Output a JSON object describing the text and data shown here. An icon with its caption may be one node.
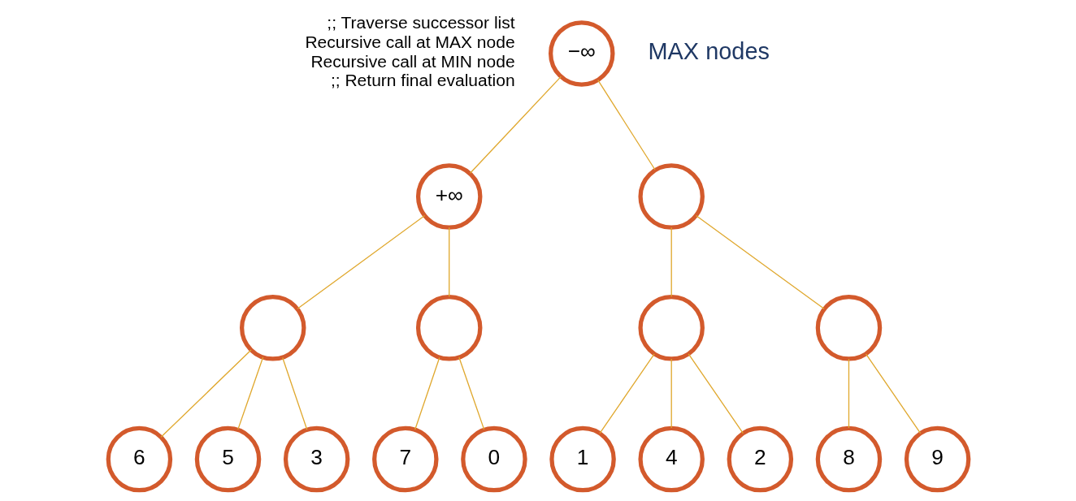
{
  "diagram": {
    "nodes": [
      {
        "text": [
          "−∞"
        ]
      },
      {
        "text": [
          "+∞"
        ]
      },
      {
        "text": [],
        "shape": "circle"
      },
      {
        "text": [],
        "shape": "circle"
      },
      {
        "text": [],
        "shape": "circle"
      },
      {
        "text": [],
        "shape": "circle"
      },
      {
        "text": [],
        "shape": "circle"
      },
      {
        "text": [
          "6"
        ]
      },
      {
        "text": [
          "5"
        ]
      },
      {
        "text": [
          "3"
        ]
      },
      {
        "text": [
          "7"
        ]
      },
      {
        "text": [
          "0"
        ]
      },
      {
        "text": [
          "1"
        ]
      },
      {
        "text": [
          "4"
        ]
      },
      {
        "text": [
          "2"
        ]
      },
      {
        "text": [
          "8"
        ]
      },
      {
        "text": [
          "9"
        ]
      }
    ],
    "edges": [
      {
        "from": 0,
        "to": 1,
        "arrow": "none"
      },
      {
        "from": 0,
        "to": 2,
        "arrow": "none"
      },
      {
        "from": 1,
        "to": 3,
        "arrow": "none"
      },
      {
        "from": 1,
        "to": 4,
        "arrow": "none"
      },
      {
        "from": 2,
        "to": 5,
        "arrow": "none"
      },
      {
        "from": 2,
        "to": 6,
        "arrow": "none"
      },
      {
        "from": 3,
        "to": 7,
        "arrow": "none"
      },
      {
        "from": 3,
        "to": 8,
        "arrow": "none"
      },
      {
        "from": 3,
        "to": 9,
        "arrow": "none"
      },
      {
        "from": 4,
        "to": 10,
        "arrow": "none"
      },
      {
        "from": 4,
        "to": 11,
        "arrow": "none"
      },
      {
        "from": 5,
        "to": 12,
        "arrow": "none"
      },
      {
        "from": 5,
        "to": 13,
        "arrow": "none"
      },
      {
        "from": 5,
        "to": 14,
        "arrow": "none"
      },
      {
        "from": 6,
        "to": 15,
        "arrow": "none"
      },
      {
        "from": 6,
        "to": 16,
        "arrow": "none"
      }
    ],
    "labels": [
      ";; Traverse successor list",
      "Recursive call at MAX node",
      "Recursive call at MIN node",
      ";; Return final evaluation",
      "MAX nodes"
    ]
  }
}
